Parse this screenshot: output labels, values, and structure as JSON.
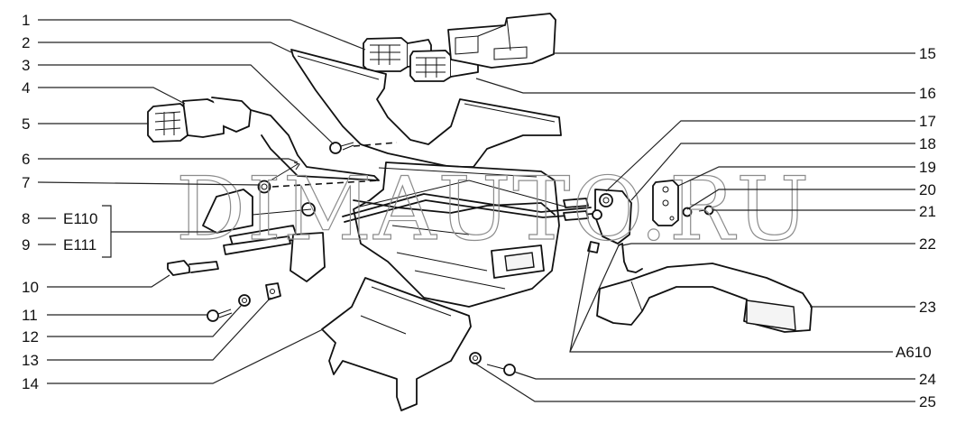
{
  "diagram": {
    "type": "exploded-parts-view",
    "subject": "heater assembly",
    "watermark": "DIMAUTO.RU",
    "callouts_left": [
      {
        "id": "1",
        "label": "1"
      },
      {
        "id": "2",
        "label": "2"
      },
      {
        "id": "3",
        "label": "3"
      },
      {
        "id": "4",
        "label": "4"
      },
      {
        "id": "5",
        "label": "5"
      },
      {
        "id": "6",
        "label": "6"
      },
      {
        "id": "7",
        "label": "7"
      },
      {
        "id": "8",
        "label": "8",
        "variant": "E110"
      },
      {
        "id": "9",
        "label": "9",
        "variant": "E111"
      },
      {
        "id": "10",
        "label": "10"
      },
      {
        "id": "11",
        "label": "11"
      },
      {
        "id": "12",
        "label": "12"
      },
      {
        "id": "13",
        "label": "13"
      },
      {
        "id": "14",
        "label": "14"
      }
    ],
    "callouts_right": [
      {
        "id": "15",
        "label": "15"
      },
      {
        "id": "16",
        "label": "16"
      },
      {
        "id": "17",
        "label": "17"
      },
      {
        "id": "18",
        "label": "18"
      },
      {
        "id": "19",
        "label": "19"
      },
      {
        "id": "20",
        "label": "20"
      },
      {
        "id": "21",
        "label": "21"
      },
      {
        "id": "22",
        "label": "22"
      },
      {
        "id": "23",
        "label": "23"
      },
      {
        "id": "A610",
        "label": "A610"
      },
      {
        "id": "24",
        "label": "24"
      },
      {
        "id": "25",
        "label": "25"
      }
    ],
    "variant_separator": "—"
  }
}
